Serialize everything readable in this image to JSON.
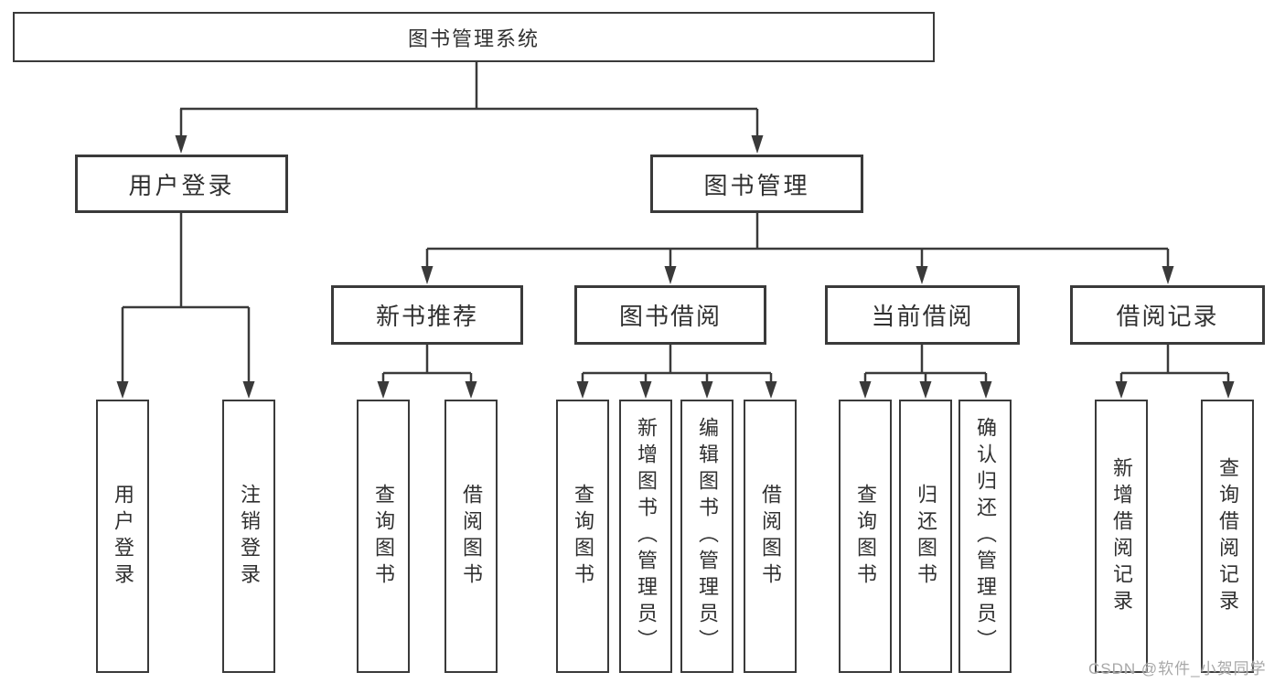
{
  "colors": {
    "line": "#3a3a3a",
    "box_border": "#3a3a3a",
    "text": "#303030",
    "box_background": "#ffffff",
    "page_background": "#ffffff",
    "watermark": "#a8a8a8"
  },
  "tree": {
    "root": {
      "label": "图书管理系统"
    },
    "user_branch": {
      "label": "用户登录",
      "children": [
        {
          "label": "用户登录"
        },
        {
          "label": "注销登录"
        }
      ]
    },
    "mgmt_branch": {
      "label": "图书管理",
      "groups": [
        {
          "label": "新书推荐",
          "children": [
            {
              "label": "查询图书"
            },
            {
              "label": "借阅图书"
            }
          ]
        },
        {
          "label": "图书借阅",
          "children": [
            {
              "label": "查询图书"
            },
            {
              "label": "新增图书（管理员）"
            },
            {
              "label": "编辑图书（管理员）"
            },
            {
              "label": "借阅图书"
            }
          ]
        },
        {
          "label": "当前借阅",
          "children": [
            {
              "label": "查询图书"
            },
            {
              "label": "归还图书"
            },
            {
              "label": "确认归还（管理员）"
            }
          ]
        },
        {
          "label": "借阅记录",
          "children": [
            {
              "label": "新增借阅记录"
            },
            {
              "label": "查询借阅记录"
            }
          ]
        }
      ]
    }
  },
  "watermark": {
    "text": "CSDN @软件_小贺同学"
  }
}
